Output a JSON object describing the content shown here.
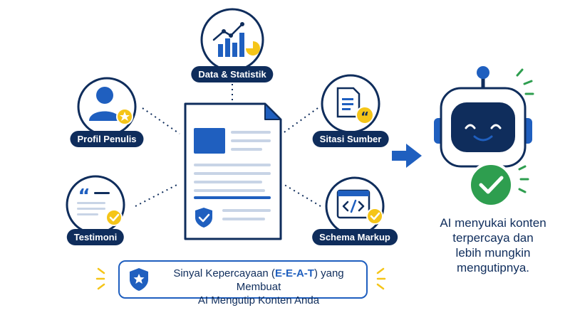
{
  "nodes": {
    "data": "Data & Statistik",
    "profile": "Profil Penulis",
    "citation": "Sitasi Sumber",
    "testimony": "Testimoni",
    "schema": "Schema Markup"
  },
  "caption": {
    "line1_pre": "Sinyal Kepercayaan (",
    "line1_eeat": "E-E-A-T",
    "line1_post": ") yang Membuat",
    "line2": "AI Mengutip Konten Anda"
  },
  "ai_message": [
    "AI menyukai konten",
    "terpercaya dan",
    "lebih mungkin",
    "mengutipnya."
  ],
  "icons": [
    "chart-icon",
    "user-icon",
    "star-badge-icon",
    "document-icon",
    "quote-icon",
    "check-badge-icon",
    "code-window-icon",
    "shield-check-icon",
    "shield-star-icon",
    "arrow-right-icon",
    "robot-icon",
    "check-circle-icon"
  ],
  "colors": {
    "navy": "#0f2d5c",
    "blue": "#1f5fbf",
    "yellow": "#f5c518",
    "green": "#2e9e4f",
    "light_blue": "#eaf1fb"
  }
}
